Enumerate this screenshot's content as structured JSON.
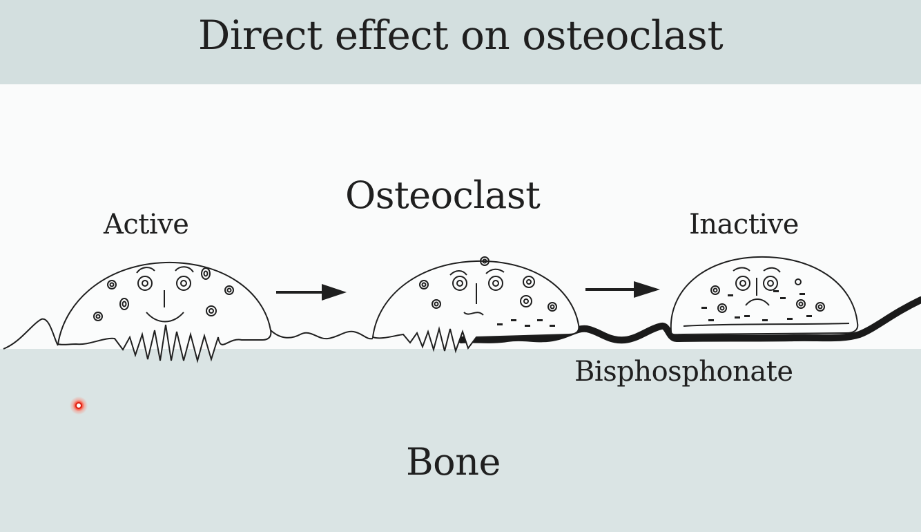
{
  "slide": {
    "title": "Direct effect on osteoclast",
    "labels": {
      "osteoclast": "Osteoclast",
      "active": "Active",
      "inactive": "Inactive",
      "bisphosphonate": "Bisphosphonate",
      "bone": "Bone"
    }
  },
  "colors": {
    "title_band": "#d3dfdf",
    "diagram_band": "#fafbfb",
    "bone_area": "#dae4e4",
    "ink": "#1f1f1f",
    "cursor": "#d81e10"
  },
  "icons": {
    "arrows": "right-arrow-icon",
    "cursor": "pointer-dot-icon"
  }
}
